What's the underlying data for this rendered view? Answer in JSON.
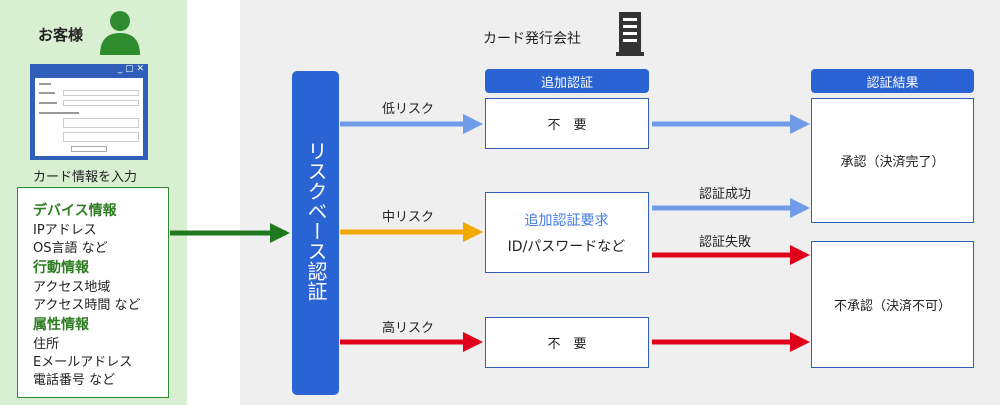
{
  "customer": {
    "label": "お客様",
    "input_caption": "カード情報を入力"
  },
  "window_mock": {
    "controls": "_ ▢ ✕"
  },
  "info_box": {
    "sections": [
      {
        "heading": "デバイス情報",
        "lines": [
          "IPアドレス",
          "OS言語 など"
        ]
      },
      {
        "heading": "行動情報",
        "lines": [
          "アクセス地域",
          "アクセス時間 など"
        ]
      },
      {
        "heading": "属性情報",
        "lines": [
          "住所",
          "Eメールアドレス",
          "電話番号 など"
        ]
      }
    ]
  },
  "issuer": {
    "label": "カード発行会社"
  },
  "risk_auth": {
    "label": "リスクベース認証"
  },
  "risk_levels": {
    "low": "低リスク",
    "mid": "中リスク",
    "high": "高リスク"
  },
  "additional_auth": {
    "header": "追加認証",
    "low_result": "不　要",
    "mid_title": "追加認証要求",
    "mid_detail": "ID/パスワードなど",
    "high_result": "不　要"
  },
  "auth_outcome": {
    "success": "認証成功",
    "failure": "認証失敗"
  },
  "result": {
    "header": "認証結果",
    "approved": "承認（決済完了）",
    "rejected": "不承認（決済不可）"
  },
  "colors": {
    "green": "#1f7a1f",
    "blue": "#6f9be8",
    "orange": "#f2a900",
    "red": "#e0001a",
    "navy": "#2a63d4"
  }
}
